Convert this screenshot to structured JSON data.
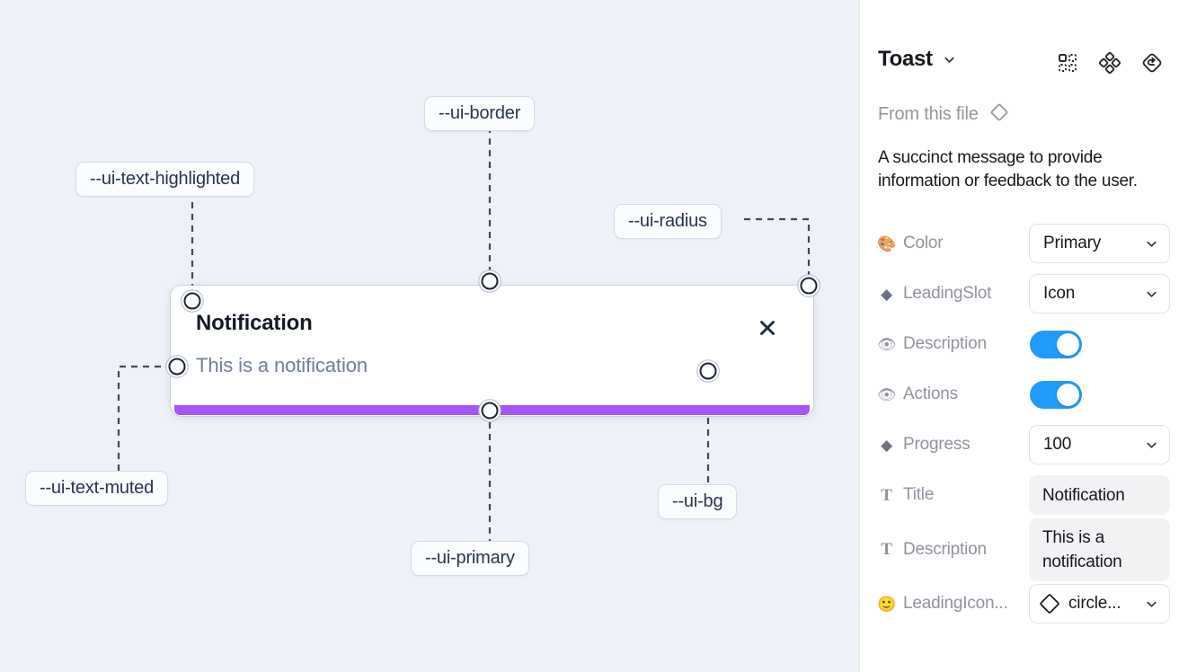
{
  "canvas": {
    "background_color": "#eef1f7",
    "toast": {
      "title": "Notification",
      "description": "This is a notification",
      "close_icon": "close-x-icon",
      "progress_color": "#a855f7",
      "background_color": "#ffffff"
    },
    "annotations": [
      {
        "id": "ui-text-highlighted",
        "label": "--ui-text-highlighted"
      },
      {
        "id": "ui-border",
        "label": "--ui-border"
      },
      {
        "id": "ui-radius",
        "label": "--ui-radius"
      },
      {
        "id": "ui-text-muted",
        "label": "--ui-text-muted"
      },
      {
        "id": "ui-primary",
        "label": "--ui-primary"
      },
      {
        "id": "ui-bg",
        "label": "--ui-bg"
      }
    ]
  },
  "panel": {
    "title": "Toast",
    "title_chevron_icon": "chevron-down-icon",
    "header_icons": [
      {
        "name": "component-grid-icon"
      },
      {
        "name": "variants-diamond-icon"
      },
      {
        "name": "reset-rotate-icon"
      }
    ],
    "from_file": {
      "label": "From this file",
      "icon": "diamond-icon"
    },
    "description": "A succinct message to provide information or feedback to the user.",
    "properties": [
      {
        "name": "color",
        "icon": "palette-emoji",
        "icon_glyph": "🎨",
        "label": "Color",
        "control": "select",
        "value": "Primary",
        "chevron_icon": "chevron-down-icon"
      },
      {
        "name": "leading-slot",
        "icon": "diamond-filled-icon",
        "icon_glyph": "◆",
        "label": "LeadingSlot",
        "control": "select",
        "value": "Icon",
        "chevron_icon": "chevron-down-icon"
      },
      {
        "name": "description",
        "icon": "eye-emoji",
        "icon_glyph": "👁",
        "label": "Description",
        "control": "toggle",
        "value": "on",
        "accent_color": "#1f9cfc"
      },
      {
        "name": "actions",
        "icon": "eye-emoji",
        "icon_glyph": "👁",
        "label": "Actions",
        "control": "toggle",
        "value": "on",
        "accent_color": "#1f9cfc"
      },
      {
        "name": "progress",
        "icon": "diamond-filled-icon",
        "icon_glyph": "◆",
        "label": "Progress",
        "control": "select",
        "value": "100",
        "chevron_icon": "chevron-down-icon"
      },
      {
        "name": "title",
        "icon": "text-t-icon",
        "icon_glyph": "T",
        "label": "Title",
        "control": "text",
        "value": "Notification"
      },
      {
        "name": "description-text",
        "icon": "text-t-icon",
        "icon_glyph": "T",
        "label": "Description",
        "control": "text",
        "value": "This is a notification"
      },
      {
        "name": "leading-icon",
        "icon": "smiley-emoji",
        "icon_glyph": "🙂",
        "label": "LeadingIcon...",
        "control": "select-icon",
        "value": "circle...",
        "value_icon": "diamond-outline-icon",
        "chevron_icon": "chevron-down-icon"
      }
    ]
  }
}
